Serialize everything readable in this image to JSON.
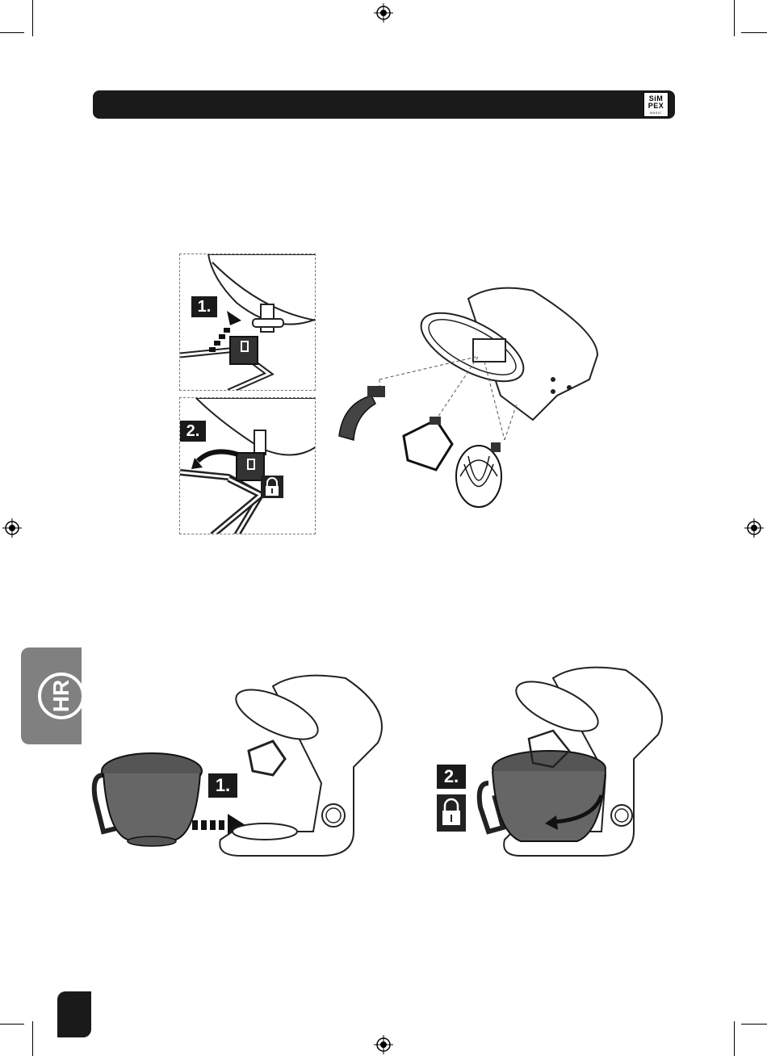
{
  "header": {
    "logo_line1": "SiM",
    "logo_line2": "PEX",
    "logo_line3": "BASIC"
  },
  "language_tab": {
    "code": "HR"
  },
  "figure_top": {
    "step1_label": "1.",
    "step2_label": "2."
  },
  "figure_bottom": {
    "step1_label": "1.",
    "step2_label": "2."
  },
  "page_tab": {
    "number": ""
  }
}
